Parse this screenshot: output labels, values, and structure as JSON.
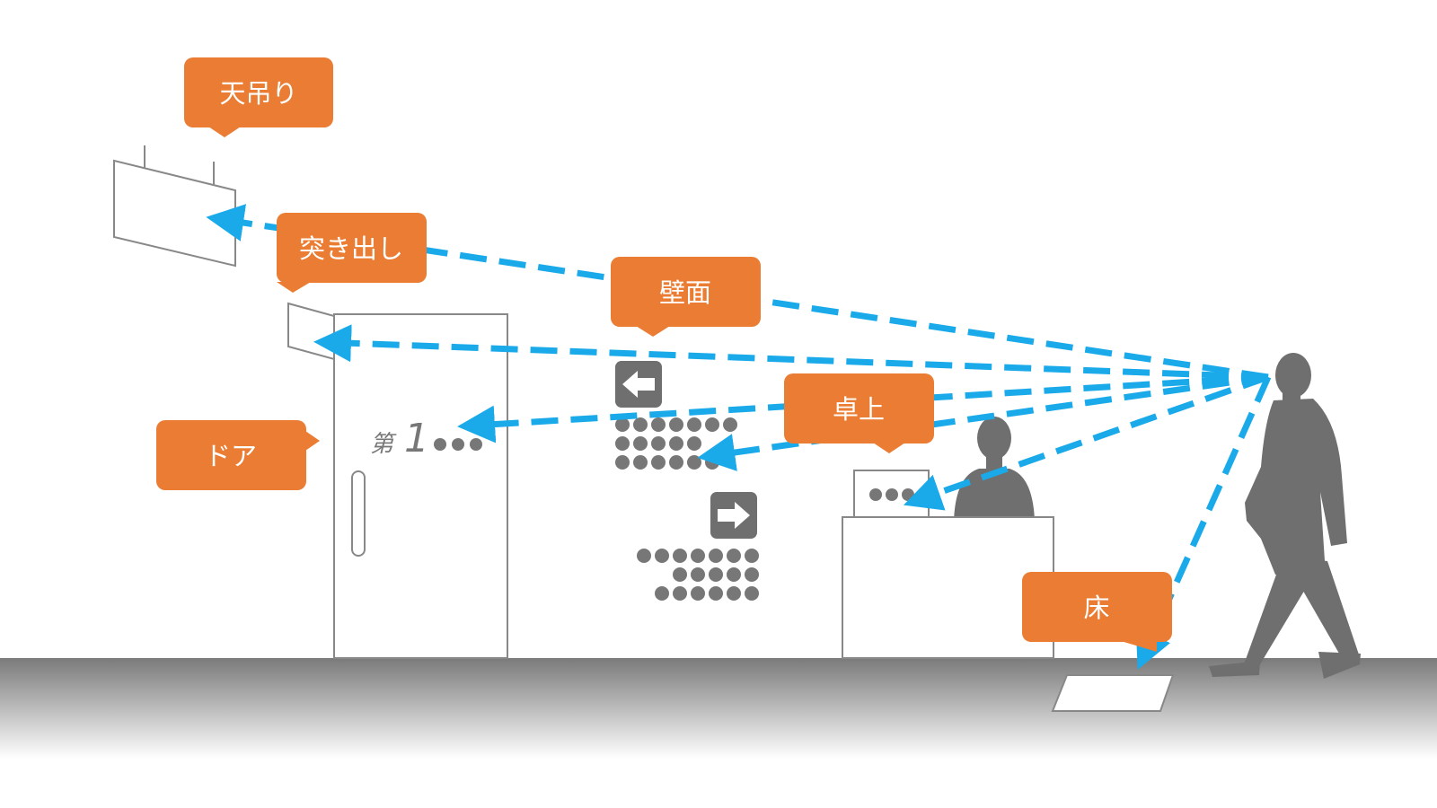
{
  "labels": {
    "ceiling": "天吊り",
    "projecting": "突き出し",
    "wall": "壁面",
    "desk": "卓上",
    "door": "ドア",
    "floor": "床"
  },
  "room_sign": {
    "prefix": "第",
    "number": "1"
  },
  "icons": {
    "left_arrow": "left-arrow-icon",
    "right_arrow": "right-arrow-icon"
  },
  "colors": {
    "label_bg": "#ea7d33",
    "sightline": "#1aaaea",
    "silhouette": "#6f6f6f",
    "outline": "#8a8a8a"
  }
}
